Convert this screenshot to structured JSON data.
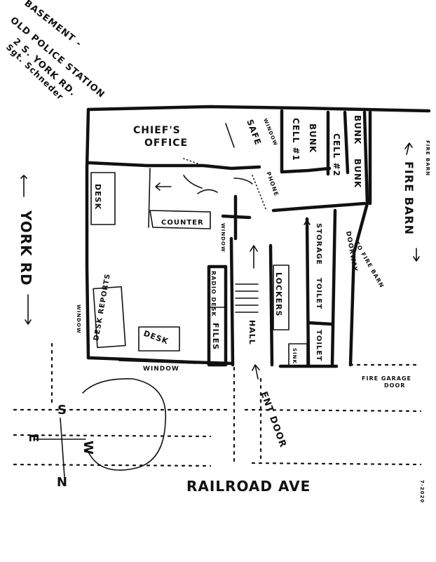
{
  "title": {
    "line1": "BASEMENT -",
    "line2": "OLD POLICE STATION",
    "line3": "2 S. YORK RD.",
    "line4": "Sgt. Schneder"
  },
  "rooms": {
    "chiefs_office": "CHIEF'S",
    "chiefs_office_2": "OFFICE",
    "safe": "SAFE",
    "window_small": "WINDOW",
    "cell1": "CELL #1",
    "bunk1": "BUNK",
    "bunk2": "BUNK",
    "bunk3": "BUNK",
    "cell2": "CELL #2",
    "desk1": "DESK",
    "phone": "PHONE",
    "counter": "COUNTER",
    "window_mid": "WINDOW",
    "storage": "STORAGE",
    "doorway": "DOORWAY",
    "fire_barn_doorway": "TO FIRE BARN",
    "radio_desk": "RADIO DESK",
    "lockers": "LOCKERS",
    "desk_reports": "DESK REPORTS",
    "hall": "HALL",
    "toilet1": "TOILET",
    "toilet2": "TOILET",
    "desk2": "DESK",
    "files": "FILES",
    "sink": "SINK",
    "window_left": "WINDOW",
    "window_bottom": "WINDOW",
    "fire_garage_door": "FIRE GARAGE",
    "fire_garage_door_2": "DOOR",
    "ent_door": "ENT DOOR"
  },
  "streets": {
    "york_rd": "YORK RD",
    "fire_barn": "FIRE BARN",
    "railroad_ave": "RAILROAD AVE"
  },
  "compass": {
    "s": "S",
    "n": "N",
    "e": "E",
    "w": "W"
  },
  "margin_notes": {
    "right_top": "FIRE BARN",
    "right_bottom": "7-2020"
  }
}
